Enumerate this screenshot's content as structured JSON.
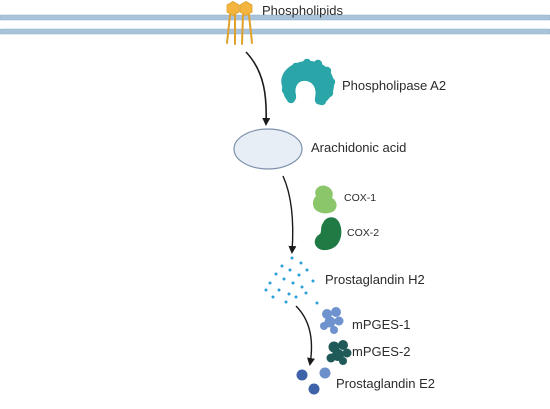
{
  "labels": {
    "phospholipids": "Phospholipids",
    "phospholipase_a2": "Phospholipase A2",
    "arachidonic_acid": "Arachidonic acid",
    "cox1": "COX-1",
    "cox2": "COX-2",
    "prostaglandin_h2": "Prostaglandin H2",
    "mpges1": "mPGES-1",
    "mpges2": "mPGES-2",
    "prostaglandin_e2": "Prostaglandin E2"
  },
  "colors": {
    "membrane": "#a9c4da",
    "membrane_edge": "#8fb0c9",
    "phospholipid_head": "#f4b53f",
    "phospholipid_tail": "#e0a12a",
    "phospholipase_a2": "#2aa5a8",
    "arachidonic_fill": "#e8eef6",
    "arachidonic_edge": "#7f93ad",
    "cox1": "#8cc66a",
    "cox2": "#1f7a44",
    "pgh2_dots": "#2d9fd8",
    "mpges1": "#6f93cf",
    "mpges2": "#1f5a58",
    "pge2": "#3f63a8",
    "arrow": "#1a1a1a"
  }
}
